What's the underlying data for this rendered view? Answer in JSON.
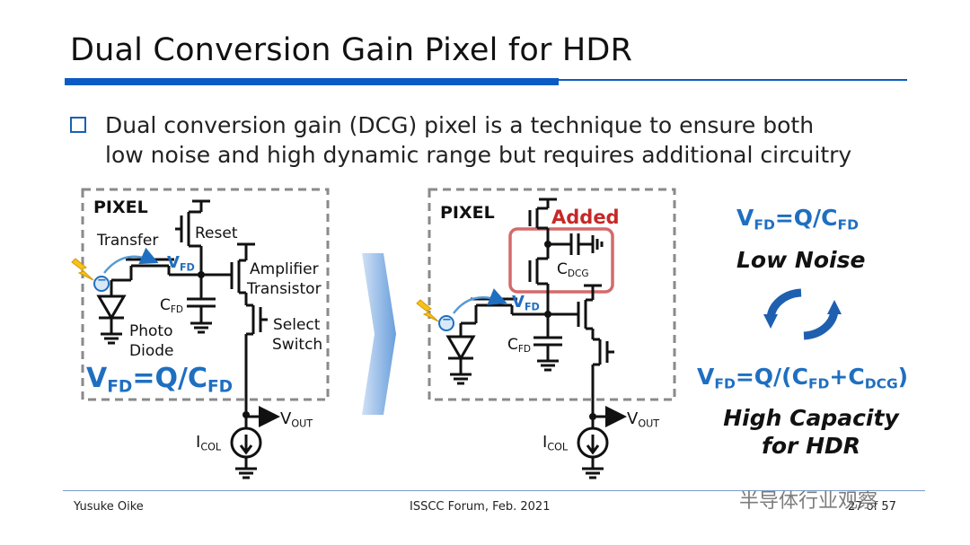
{
  "slide": {
    "title": "Dual Conversion Gain Pixel for HDR",
    "bullet_line1": "Dual conversion gain (DCG) pixel is a technique to ensure both",
    "bullet_line2": "low noise and high dynamic range but requires additional circuitry"
  },
  "left_diagram": {
    "pixel_label": "PIXEL",
    "reset": "Reset",
    "transfer": "Transfer",
    "vfd_v": "V",
    "vfd_sub": "FD",
    "amp1": "Amplifier",
    "amp2": "Transistor",
    "cfd_c": "C",
    "cfd_sub": "FD",
    "photo1": "Photo",
    "photo2": "Diode",
    "select1": "Select",
    "select2": "Switch",
    "vout_v": "V",
    "vout_sub": "OUT",
    "icol_i": "I",
    "icol_sub": "COL",
    "formula_v": "V",
    "formula_fd": "FD",
    "formula_mid": "=Q/C",
    "formula_fd2": "FD",
    "electron": "−"
  },
  "right_diagram": {
    "pixel_label": "PIXEL",
    "added": "Added",
    "cdcg_c": "C",
    "cdcg_sub": "DCG",
    "vfd_v": "V",
    "vfd_sub": "FD",
    "cfd_c": "C",
    "cfd_sub": "FD",
    "vout_v": "V",
    "vout_sub": "OUT",
    "icol_i": "I",
    "icol_sub": "COL",
    "electron": "−"
  },
  "side": {
    "f1_v": "V",
    "f1_fd": "FD",
    "f1_mid": "=Q/C",
    "f1_fd2": "FD",
    "low_noise": "Low Noise",
    "f2_v": "V",
    "f2_fd": "FD",
    "f2_mid": "=Q/(C",
    "f2_fd2": "FD",
    "f2_plus": "+C",
    "f2_dcg": "DCG",
    "f2_end": ")",
    "high_cap1": "High Capacity",
    "high_cap2": "for HDR"
  },
  "footer": {
    "author": "Yusuke Oike",
    "event": "ISSCC Forum, Feb. 2021",
    "page": "27 of 57",
    "watermark": "半导体行业观察"
  },
  "colors": {
    "accent": "#0a5bc4",
    "blue_text": "#1f6fc0",
    "added_red": "#c62828",
    "dashed_box": "#8a8a8a"
  }
}
